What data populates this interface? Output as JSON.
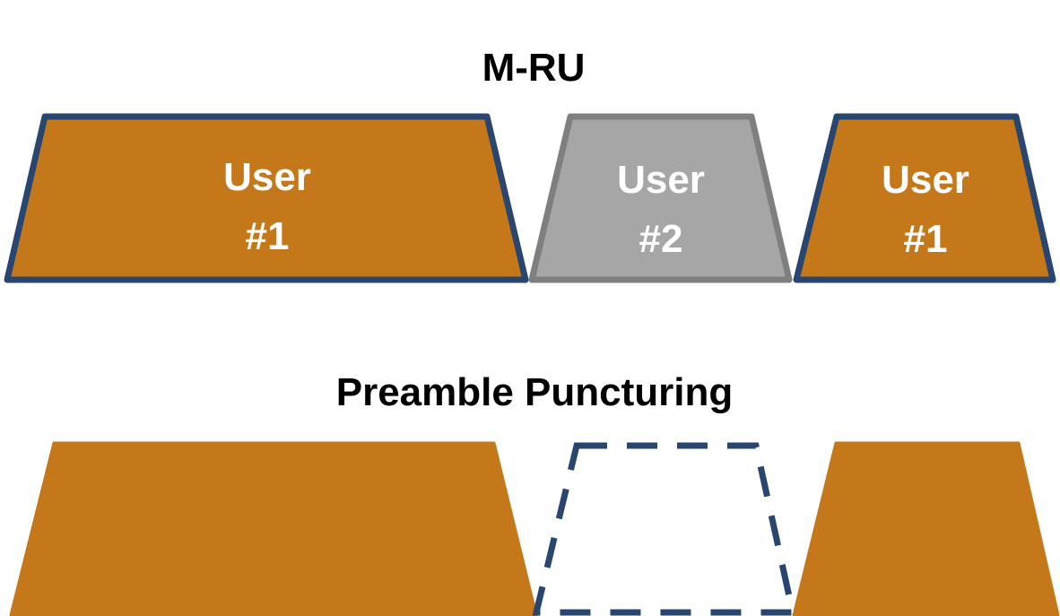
{
  "mru": {
    "title": "M-RU",
    "blocks": [
      {
        "line1": "User",
        "line2": "#1"
      },
      {
        "line1": "User",
        "line2": "#2"
      },
      {
        "line1": "User",
        "line2": "#1"
      }
    ]
  },
  "puncturing": {
    "title": "Preamble Puncturing"
  },
  "colors": {
    "user1_fill": "#C5781A",
    "user1_stroke": "#284670",
    "user2_fill": "#A6A6A6",
    "user2_stroke": "#7F7F7F",
    "punctured_stroke": "#284670"
  }
}
